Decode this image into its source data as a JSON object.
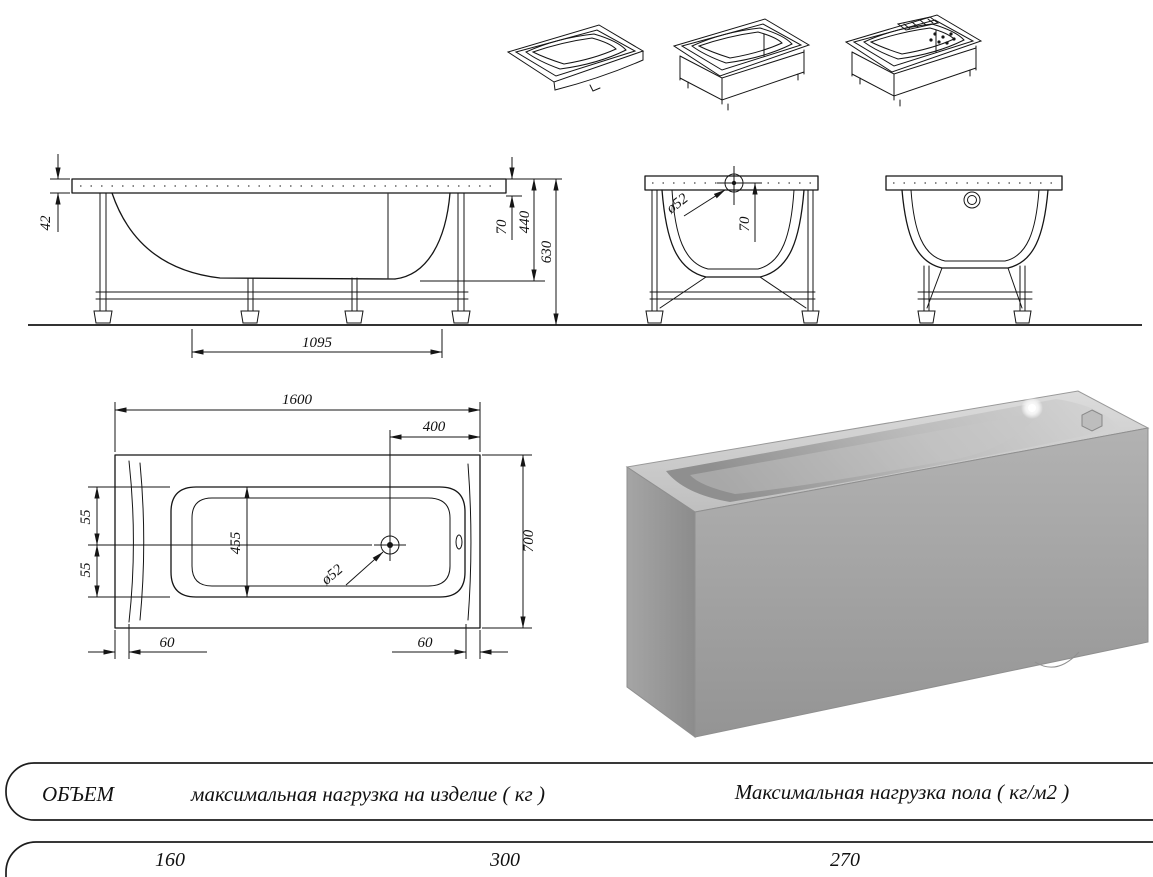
{
  "colors": {
    "line": "#151515",
    "render_light": "#d9d9d9",
    "render_mid": "#a6a6a6",
    "render_dark": "#8d8d8d"
  },
  "side_view": {
    "dim_rim": "42",
    "dim_70": "70",
    "dim_440": "440",
    "dim_630": "630",
    "dim_1095": "1095"
  },
  "end_view": {
    "dim_diameter": "ø52",
    "dim_70": "70"
  },
  "plan_view": {
    "dim_length": "1600",
    "dim_400": "400",
    "dim_55_top": "55",
    "dim_55_bottom": "55",
    "dim_455": "455",
    "dim_diameter": "ø52",
    "dim_60_left": "60",
    "dim_60_right": "60",
    "dim_width": "700"
  },
  "spec_table": {
    "header_volume": "ОБЪЕМ",
    "header_product_load": "максимальная нагрузка на изделие ( кг )",
    "header_floor_load": "Максимальная нагрузка пола ( кг/м2 )",
    "value_volume": "160",
    "value_product_load": "300",
    "value_floor_load": "270"
  }
}
